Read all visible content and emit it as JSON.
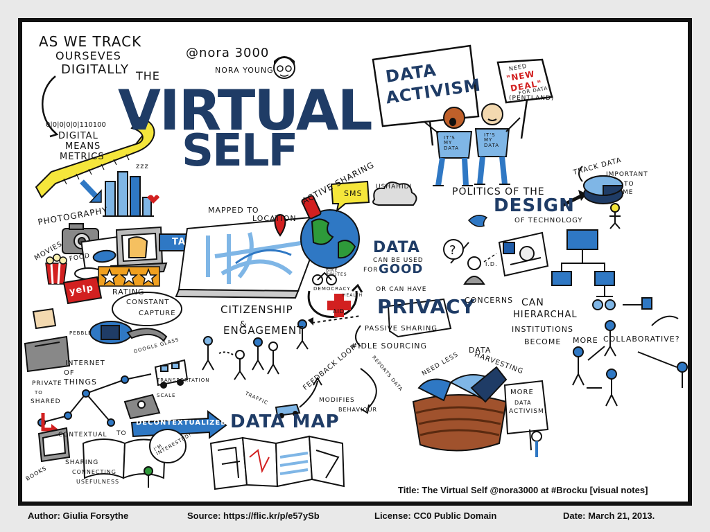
{
  "labels": {
    "tracking": "AS WE TRACK",
    "ourselves": "OURSEVES",
    "digitally": "DIGITALLY",
    "the": "THE",
    "virtual": "VIRTUAL",
    "self": "SELF",
    "handle": "@nora 3000",
    "speaker": "NORA YOUNG",
    "binary": "0|0|0|0|0|110100",
    "digital_means": "DIGITAL",
    "means": "MEANS",
    "metrics": "METRICS",
    "zzz": "zzz",
    "photography": "PHOTOGRAPHY",
    "movies": "MOVIES",
    "food": "FOOD",
    "yelp": "yelp",
    "rating": "RATING",
    "tag": "TAG",
    "mapped_to": "MAPPED TO",
    "location": "LOCATION",
    "active_sharing": "ACTIVE SHARING",
    "sms": "SMS",
    "ushahidi": "USHAHIDI",
    "data_activism_1": "DATA",
    "data_activism_2": "ACTIVISM",
    "need_new_deal_1": "NEED",
    "need_new_deal_2": "\"NEW",
    "need_new_deal_3": "DEAL\"",
    "need_new_deal_4": "FOR DATA",
    "pentland": "(PENTLAND)",
    "its_my_data": "IT'S MY DATA",
    "its_my_data_2": "IT'S MY DATA",
    "politics_of_the": "POLITICS OF THE",
    "design": "DESIGN",
    "of_technology": "of TECHNOLOGY",
    "track_data": "TRACK DATA",
    "important": "IMPORTANT",
    "to_me": "TO",
    "me": "ME",
    "data_good_1": "DATA",
    "data_good_2": "CAN BE USED",
    "data_good_3": "FOR",
    "data_good_4": "GOOD",
    "bike_routes": "BIKE ROUTES",
    "democracy": "DEMOCRACY",
    "health": "HEALTH",
    "aid": "AID",
    "or_can_have": "OR CAN HAVE",
    "privacy": "PRIVACY",
    "concerns": "CONCERNS",
    "id": "I.D.",
    "passive_sharing": "PASSIVE SHARING",
    "idle_sourcing": "#IDLE SOURCING",
    "citizenship": "CITIZENSHIP",
    "amp": "&",
    "engagement": "ENGAGEMENT",
    "can": "CAN",
    "hierarchal": "HIERARCHAL",
    "institutions": "INSTITUTIONS",
    "become": "BECOME",
    "more": "MORE",
    "collaborative": "COLLABORATIVE?",
    "constant": "CONSTANT",
    "capture": "CAPTURE",
    "pebble": "PEBBLE",
    "google_glass": "GOOGLE GLASS",
    "internet_of": "INTERNET",
    "of": "OF",
    "things": "THINGS",
    "transportation": "TRANSPORTATION",
    "scale": "SCALE",
    "private_to": "PRIVATE",
    "to": "TO",
    "shared": "SHARED",
    "contextual": "CONTEXTUAL",
    "to2": "TO",
    "decontextualized": "DECONTEXTUALIZED",
    "books": "BOOKS",
    "sharing": "SHARING",
    "connecting": "CONNECTING",
    "usefulness": "USEFULNESS",
    "im_interested": "I'M INTERESTED!",
    "feedback_loop": "FEEDBACK LOOP",
    "reports_data": "REPORTS DATA",
    "modifies": "MODIFIES",
    "behaviour": "BEHAVIOUR",
    "traffic": "TRAFFIC",
    "data_map": "DATA MAP",
    "need_less": "NEED LESS",
    "data_harvesting_1": "DATA",
    "data_harvesting_2": "HARVESTING",
    "more_data_activism_1": "MORE",
    "more_data_activism_2": "DATA",
    "more_data_activism_3": "ACTIVISM!"
  },
  "caption": "Title: The Virtual Self @nora3000 at #Brocku [visual notes]",
  "footer": {
    "author": "Author: Giulia Forsythe",
    "source": "Source: https://flic.kr/p/e57ySb",
    "license": "License: CC0 Public Domain",
    "date": "Date: March 21, 2013."
  },
  "colors": {
    "navy": "#1f3c66",
    "blue": "#2f78c4",
    "light_blue": "#7fb6e6",
    "yellow": "#f5e63b",
    "orange": "#f0a020",
    "red": "#d22020",
    "brown": "#a0522d",
    "green": "#2e9a3a"
  },
  "icons": [
    "tape-measure-icon",
    "bar-chart-icon",
    "camera-icon",
    "popcorn-icon",
    "yelp-icon",
    "star-rating-icon",
    "map-pin-icon",
    "globe-icon",
    "sms-bubble-icon",
    "cloud-icon",
    "protest-sign-icon",
    "pie-chart-icon",
    "bird-icon",
    "facebook-icon",
    "toaster-icon",
    "watch-icon",
    "bus-icon",
    "book-icon",
    "basket-icon",
    "arrow-icon"
  ]
}
